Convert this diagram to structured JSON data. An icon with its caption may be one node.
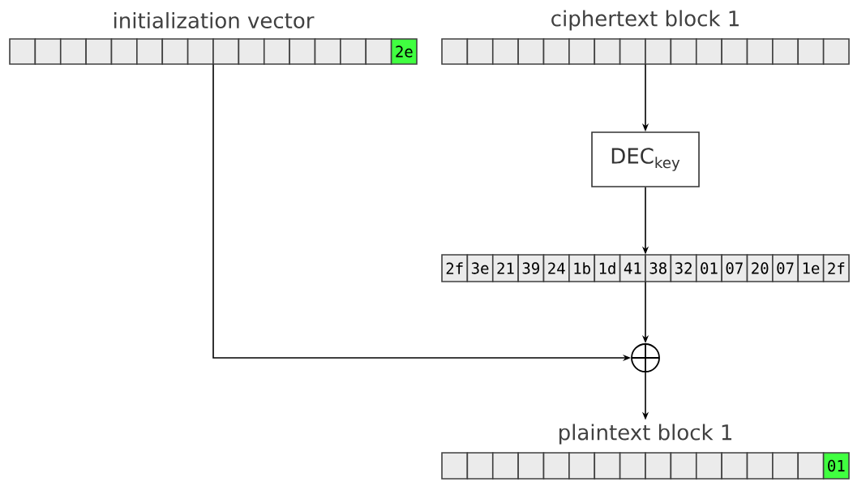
{
  "diagram": {
    "nodes": [
      {
        "text": [
          "initialization vector",
          "2e"
        ]
      },
      {
        "text": [
          "ciphertext block 1"
        ]
      },
      {
        "text": [
          "DEC$_{key}$"
        ]
      },
      {
        "text": [
          "2f",
          "3e",
          "21",
          "39",
          "24",
          "1b",
          "1d",
          "41",
          "38",
          "32",
          "01",
          "07",
          "20",
          "07",
          "1e",
          "2f"
        ]
      },
      {
        "text": [],
        "shape": "circle"
      },
      {
        "text": [
          "plaintext block 1",
          "01"
        ]
      }
    ],
    "edges": [
      {
        "from": 1,
        "to": 2,
        "arrow": "to"
      },
      {
        "from": 2,
        "to": 3,
        "arrow": "to"
      },
      {
        "from": 3,
        "to": 4,
        "arrow": "to"
      },
      {
        "from": 0,
        "to": 4,
        "arrow": "to"
      },
      {
        "from": 4,
        "to": 5,
        "arrow": "to"
      }
    ]
  }
}
